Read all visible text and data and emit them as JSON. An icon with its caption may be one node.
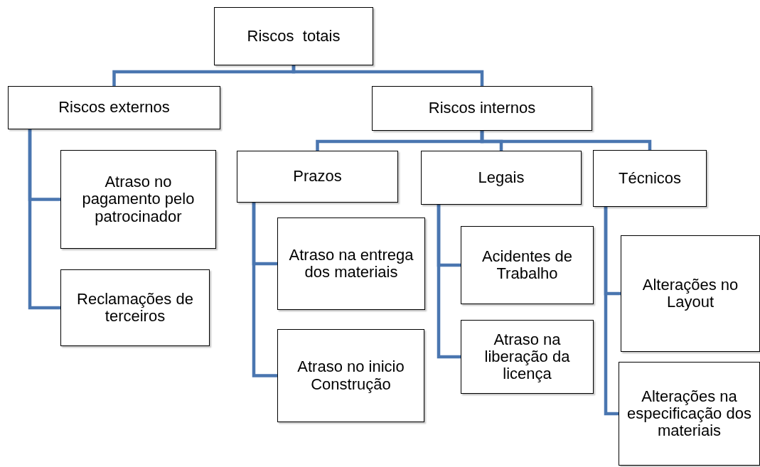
{
  "diagram": {
    "nodes": [
      {
        "text": [
          "Riscos  totais"
        ]
      },
      {
        "text": [
          "Riscos externos"
        ]
      },
      {
        "text": [
          "Riscos internos"
        ]
      },
      {
        "text": [
          "Atraso no pagamento pelo patrocinador"
        ]
      },
      {
        "text": [
          "Reclamações de terceiros"
        ]
      },
      {
        "text": [
          "Prazos"
        ]
      },
      {
        "text": [
          "Legais"
        ]
      },
      {
        "text": [
          "Técnicos"
        ]
      },
      {
        "text": [
          "Atraso na entrega dos materiais"
        ]
      },
      {
        "text": [
          "Atraso no inicio Construção"
        ]
      },
      {
        "text": [
          "Acidentes de Trabalho"
        ]
      },
      {
        "text": [
          "Atraso na liberação da licença"
        ]
      },
      {
        "text": [
          "Alterações no Layout"
        ]
      },
      {
        "text": [
          "Alterações na especificação dos materiais"
        ]
      }
    ],
    "edges": [
      {
        "from": 0,
        "to": 1,
        "arrow": "none"
      },
      {
        "from": 0,
        "to": 2,
        "arrow": "none"
      },
      {
        "from": 1,
        "to": 3,
        "arrow": "none"
      },
      {
        "from": 1,
        "to": 4,
        "arrow": "none"
      },
      {
        "from": 2,
        "to": 5,
        "arrow": "none"
      },
      {
        "from": 2,
        "to": 6,
        "arrow": "none"
      },
      {
        "from": 2,
        "to": 7,
        "arrow": "none"
      },
      {
        "from": 5,
        "to": 8,
        "arrow": "none"
      },
      {
        "from": 5,
        "to": 9,
        "arrow": "none"
      },
      {
        "from": 6,
        "to": 10,
        "arrow": "none"
      },
      {
        "from": 6,
        "to": 11,
        "arrow": "none"
      },
      {
        "from": 7,
        "to": 12,
        "arrow": "none"
      },
      {
        "from": 7,
        "to": 13,
        "arrow": "none"
      }
    ]
  }
}
